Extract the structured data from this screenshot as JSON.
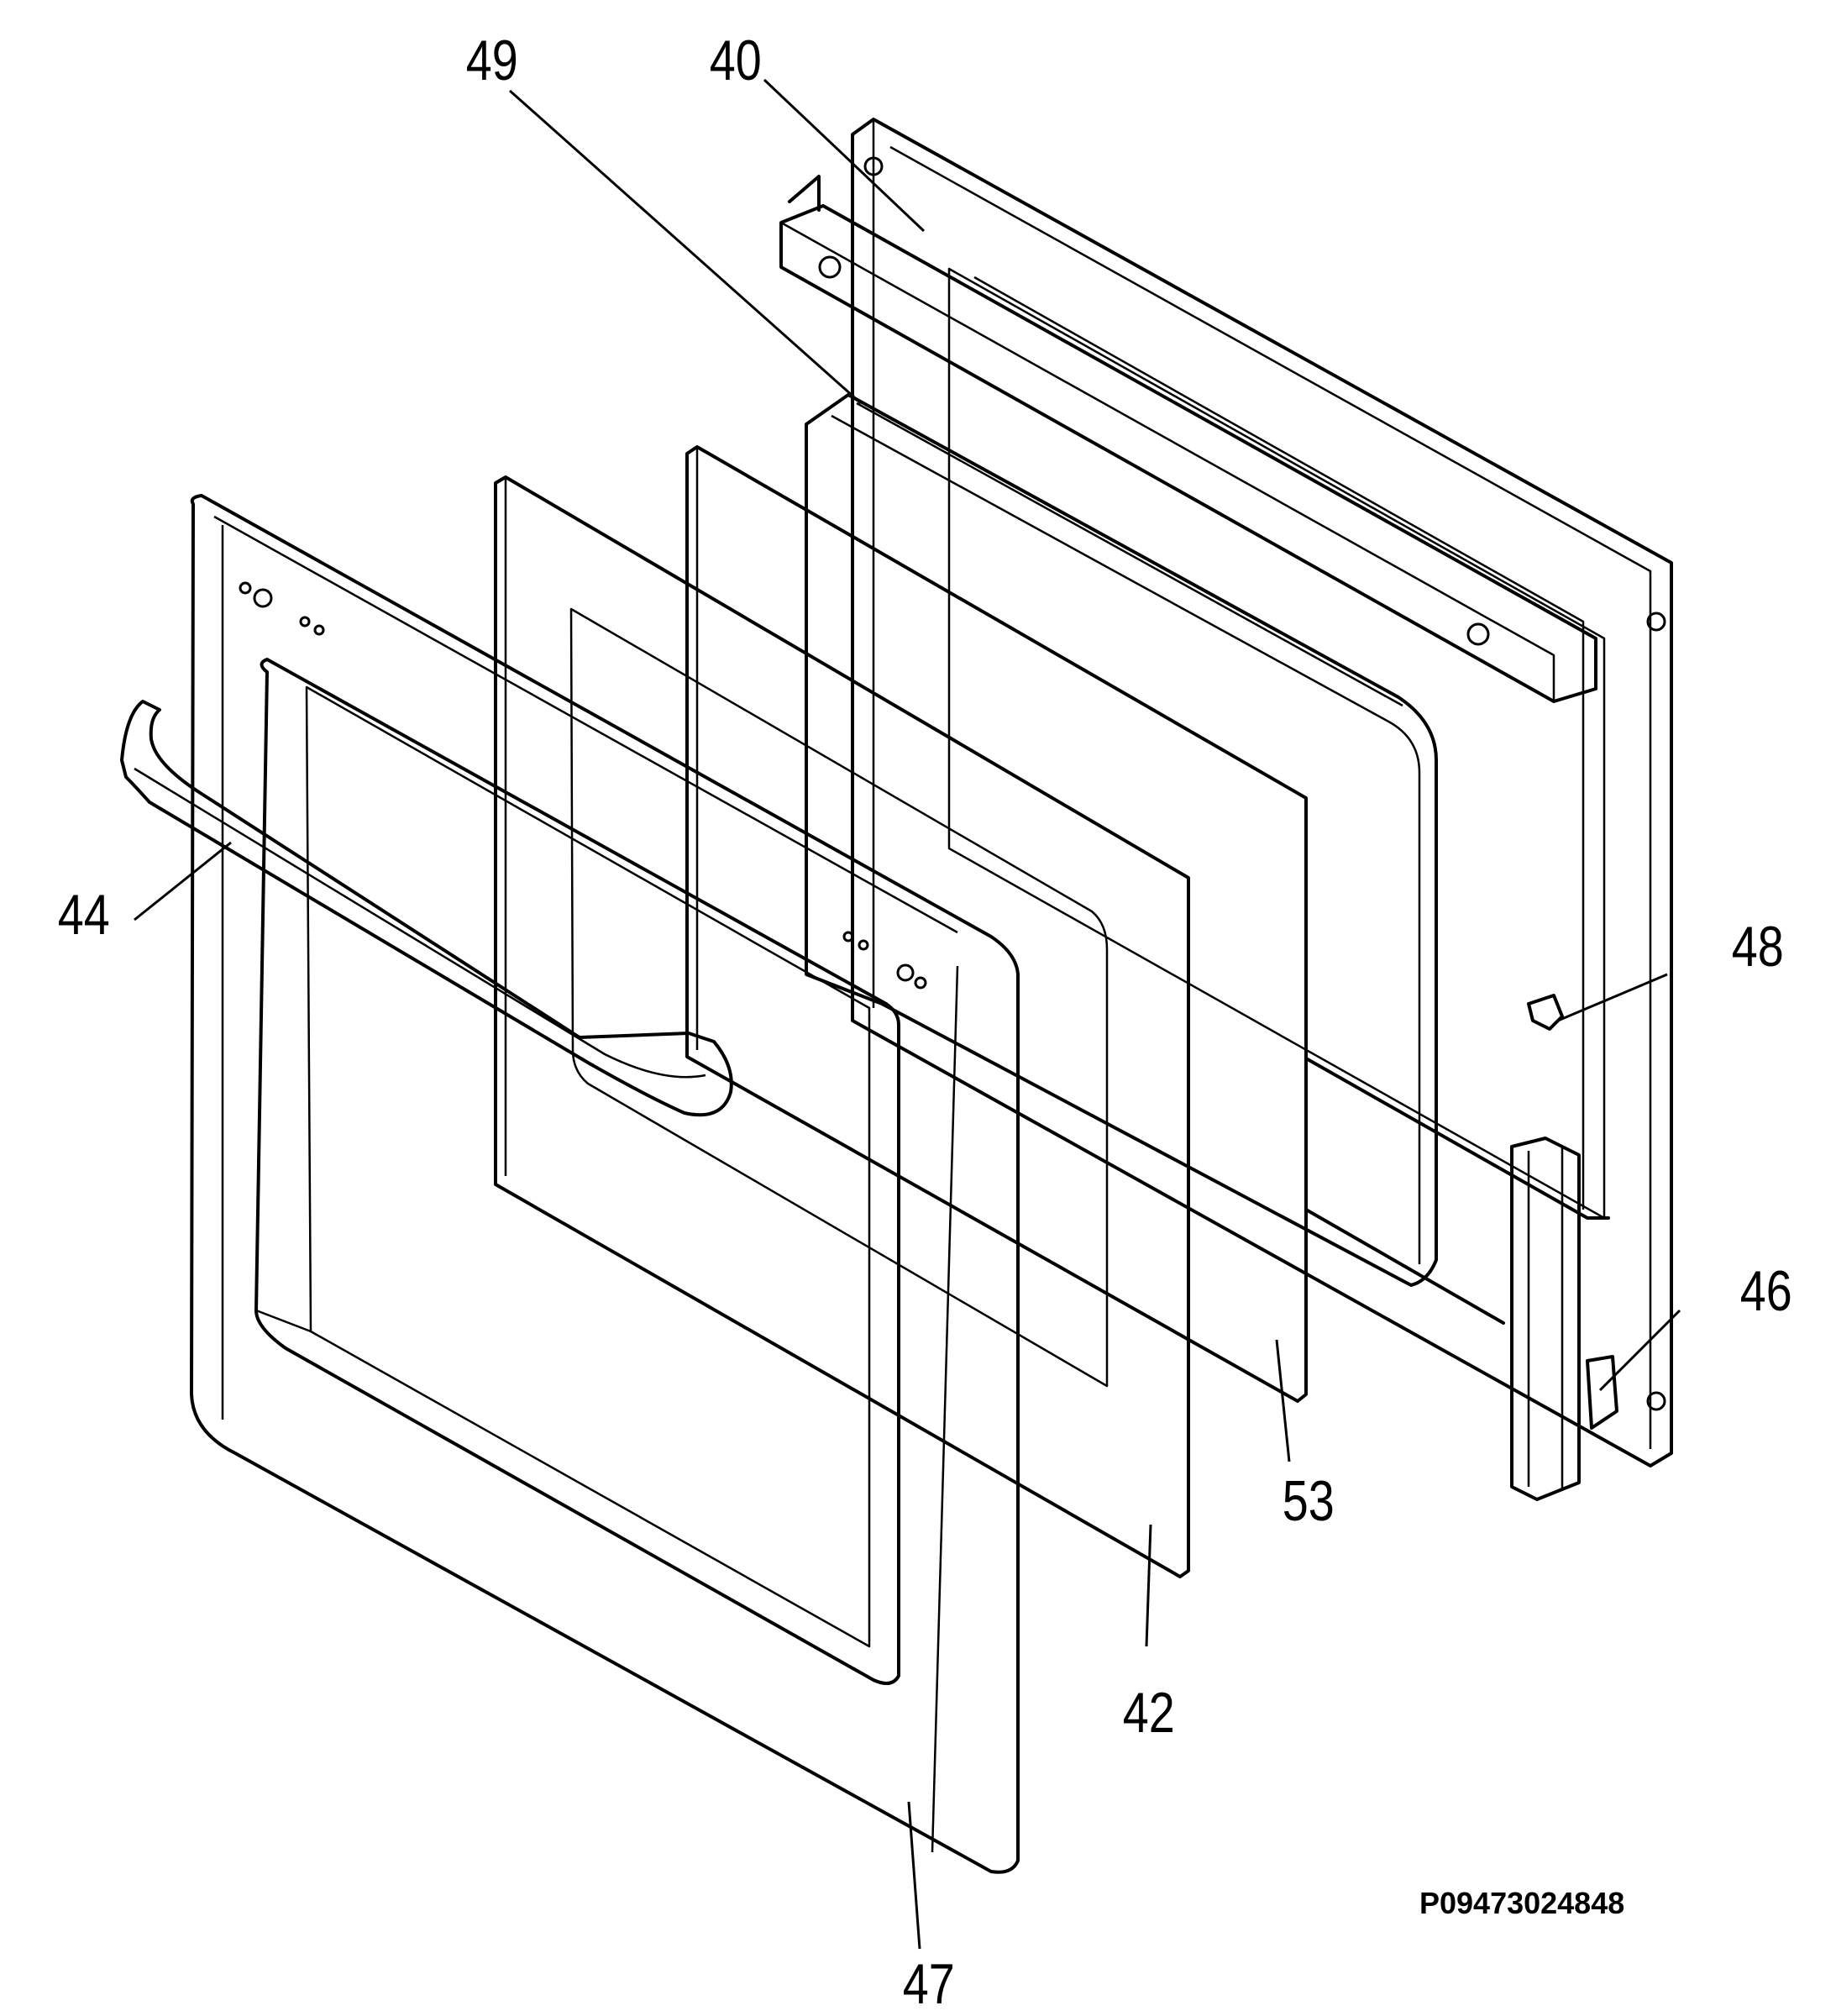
{
  "diagram": {
    "part_labels": {
      "p40": "40",
      "p49": "49",
      "p44": "44",
      "p48": "48",
      "p46": "46",
      "p53": "53",
      "p42": "42",
      "p47": "47"
    },
    "drawing_code": "P09473024848"
  }
}
